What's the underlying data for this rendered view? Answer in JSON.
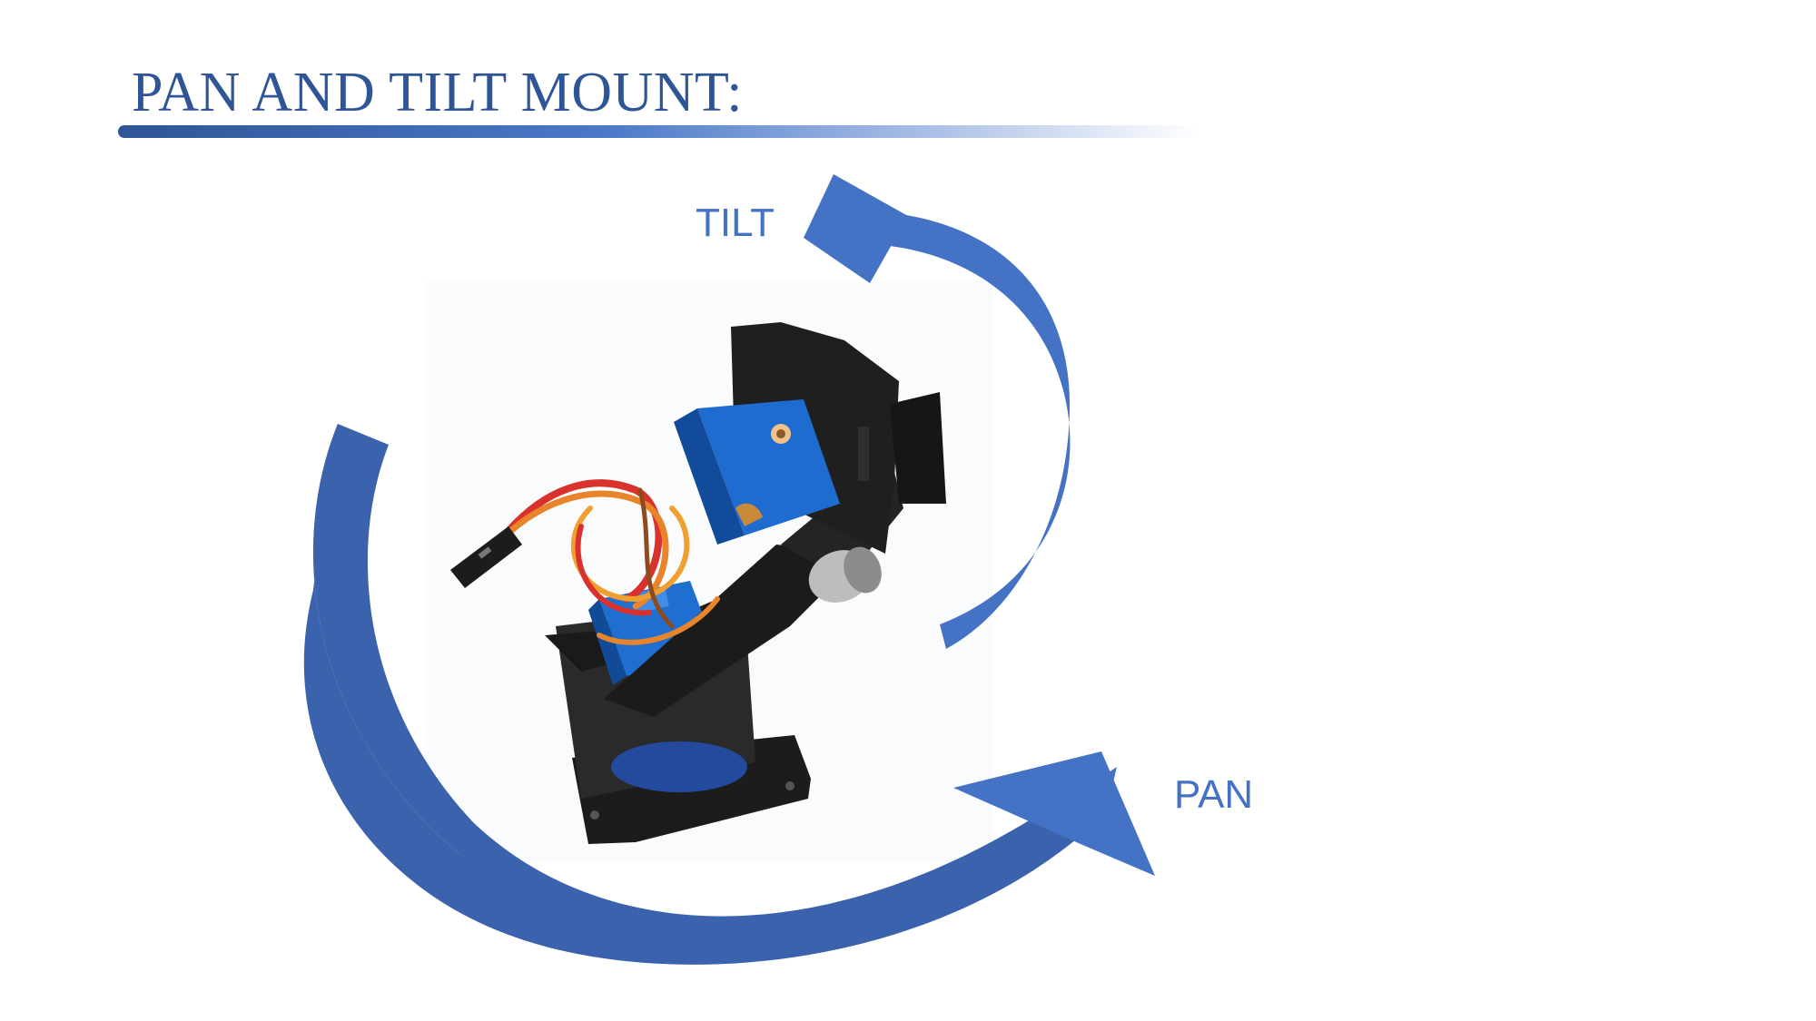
{
  "slide": {
    "title": "PAN AND TILT MOUNT:",
    "labels": {
      "tilt": "TILT",
      "pan": "PAN"
    },
    "image": {
      "subject": "pan-tilt servo bracket with two blue micro servos, black plastic mount and orange/red/brown wiring"
    },
    "colors": {
      "title": "#2f5597",
      "accent": "#4472c4",
      "arrow_dark": "#3a62ad",
      "arrow_light": "#4472c4"
    }
  }
}
